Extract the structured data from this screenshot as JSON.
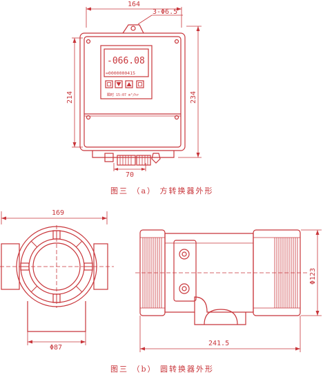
{
  "figure_a": {
    "dim_width": "164",
    "dim_holes": "3-Φ6.5",
    "dim_height_body": "214",
    "dim_height_total": "234",
    "dim_gland_spacing": "70",
    "display_value": "-066.08",
    "display_total": "=0000000415",
    "display_unit": "瞬时 15:07 m³/hr",
    "caption": "图三 （a） 方转换器外形"
  },
  "figure_b": {
    "dim_front_width": "169",
    "dim_front_diameter": "Φ87",
    "dim_side_length": "241.5",
    "dim_side_diameter": "Φ123",
    "caption": "图三 （b） 圆转换器外形"
  },
  "colors": {
    "line": "#c8353a",
    "background": "#ffffff"
  }
}
